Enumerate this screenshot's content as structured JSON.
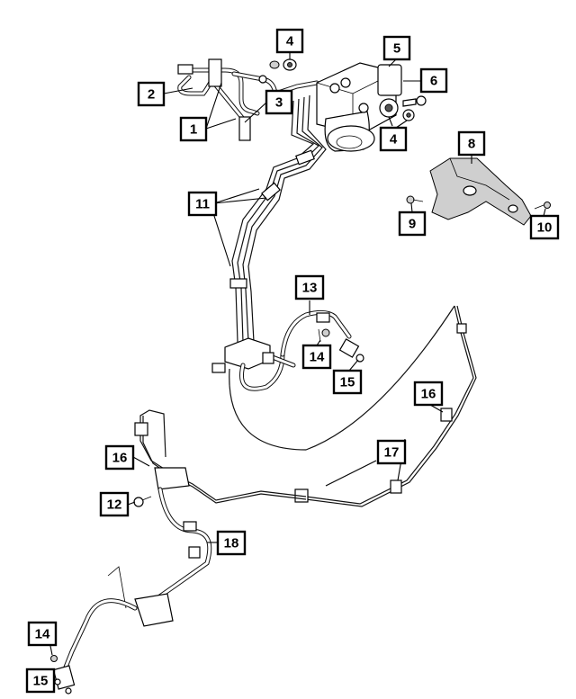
{
  "diagram": {
    "callouts": [
      {
        "id": "c1",
        "label": "1"
      },
      {
        "id": "c2",
        "label": "2"
      },
      {
        "id": "c3",
        "label": "3"
      },
      {
        "id": "c4a",
        "label": "4"
      },
      {
        "id": "c4b",
        "label": "4"
      },
      {
        "id": "c5",
        "label": "5"
      },
      {
        "id": "c6",
        "label": "6"
      },
      {
        "id": "c8",
        "label": "8"
      },
      {
        "id": "c9",
        "label": "9"
      },
      {
        "id": "c10",
        "label": "10"
      },
      {
        "id": "c11",
        "label": "11"
      },
      {
        "id": "c12",
        "label": "12"
      },
      {
        "id": "c13",
        "label": "13"
      },
      {
        "id": "c14a",
        "label": "14"
      },
      {
        "id": "c14b",
        "label": "14"
      },
      {
        "id": "c15a",
        "label": "15"
      },
      {
        "id": "c15b",
        "label": "15"
      },
      {
        "id": "c16a",
        "label": "16"
      },
      {
        "id": "c16b",
        "label": "16"
      },
      {
        "id": "c17",
        "label": "17"
      },
      {
        "id": "c18",
        "label": "18"
      }
    ]
  },
  "colors": {
    "line": "#000000",
    "background": "#ffffff",
    "shade": "#cfcfcf"
  }
}
